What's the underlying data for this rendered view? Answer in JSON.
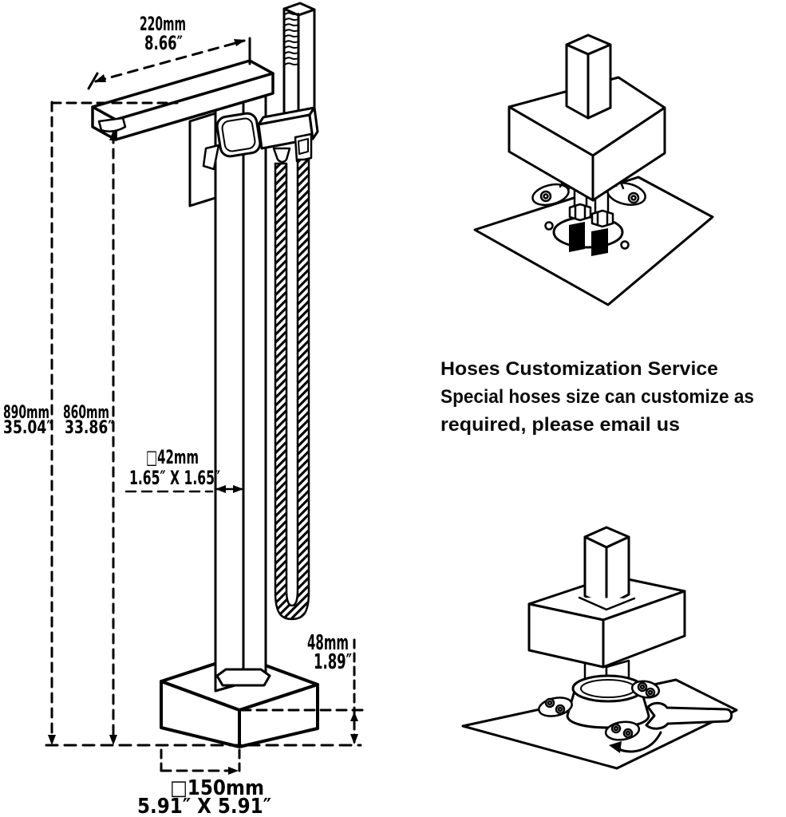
{
  "diagram": {
    "dims": {
      "spout": {
        "mm": "220mm",
        "in": "8.66″"
      },
      "height_total": {
        "mm": "890mm",
        "in": "35.04″"
      },
      "height_outlet": {
        "mm": "860mm",
        "in": "33.86″"
      },
      "column": {
        "mm": "□42mm",
        "in": "1.65″ X 1.65″"
      },
      "base_height": {
        "mm": "48mm",
        "in": "1.89″"
      },
      "base": {
        "mm": "□150mm",
        "in": "5.91″ X 5.91″"
      }
    },
    "note": {
      "line1": "Hoses Customization Service",
      "line2": "Special hoses size can customize as",
      "line3": "required, please email us"
    },
    "colors": {
      "line": "#000000",
      "background": "#ffffff"
    }
  }
}
